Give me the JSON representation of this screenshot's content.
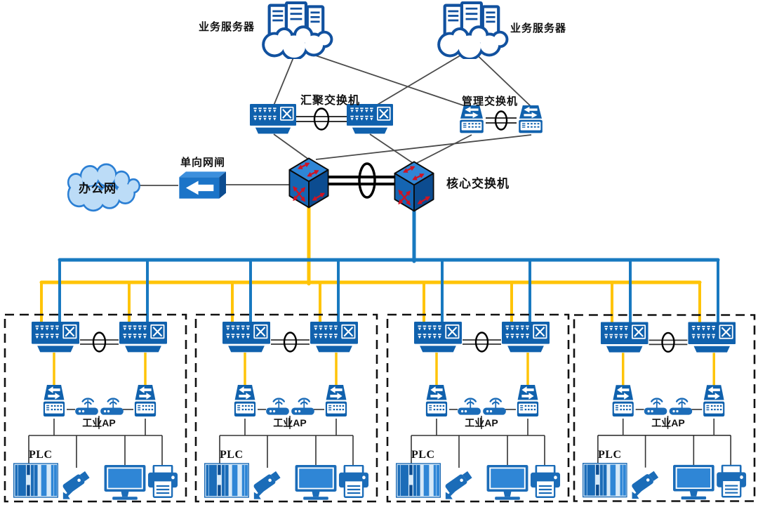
{
  "labels": {
    "server_left": "业务服务器",
    "server_right": "业务服务器",
    "aggregation_switch": "汇聚交换机",
    "management_switch": "管理交换机",
    "core_switch": "核心交换机",
    "office_network": "办公网",
    "one_way_gateway": "单向网闸"
  },
  "zones": [
    {
      "ap_label": "工业AP",
      "plc_label": "PLC"
    },
    {
      "ap_label": "工业AP",
      "plc_label": "PLC"
    },
    {
      "ap_label": "工业AP",
      "plc_label": "PLC"
    },
    {
      "ap_label": "工业AP",
      "plc_label": "PLC"
    }
  ],
  "icons": {
    "server_cloud": "cloud-with-server-racks",
    "aggregation_switch": "rack-switch-with-crossconnect-ports",
    "management_switch": "workgroup-switch-double-arrows",
    "core_switch": "3d-cube-switch-with-red-arrows",
    "one_way_gateway": "3d-box-with-white-left-arrow",
    "office_cloud": "light-blue-cloud",
    "access_switch": "workgroup-switch-double-arrows",
    "industrial_ap": "wireless-access-point-with-antenna-waves",
    "plc": "plc-module-rack",
    "camera": "cctv-surveillance-camera",
    "monitor": "desktop-monitor",
    "printer": "office-printer"
  },
  "colors": {
    "switch_blue": "#1061ad",
    "device_blue": "#1b6cb8",
    "face_light_blue": "#2f86d6",
    "face_dark_blue": "#0c4c90",
    "link_yellow": "#ffc408",
    "link_blue": "#1879c0",
    "line_gray": "#4a4a4a",
    "cloud_fill": "#bcdcf7",
    "cloud_stroke": "#2b7fd4",
    "arrow_red": "#cf1322",
    "dashed_border": "#111111"
  }
}
